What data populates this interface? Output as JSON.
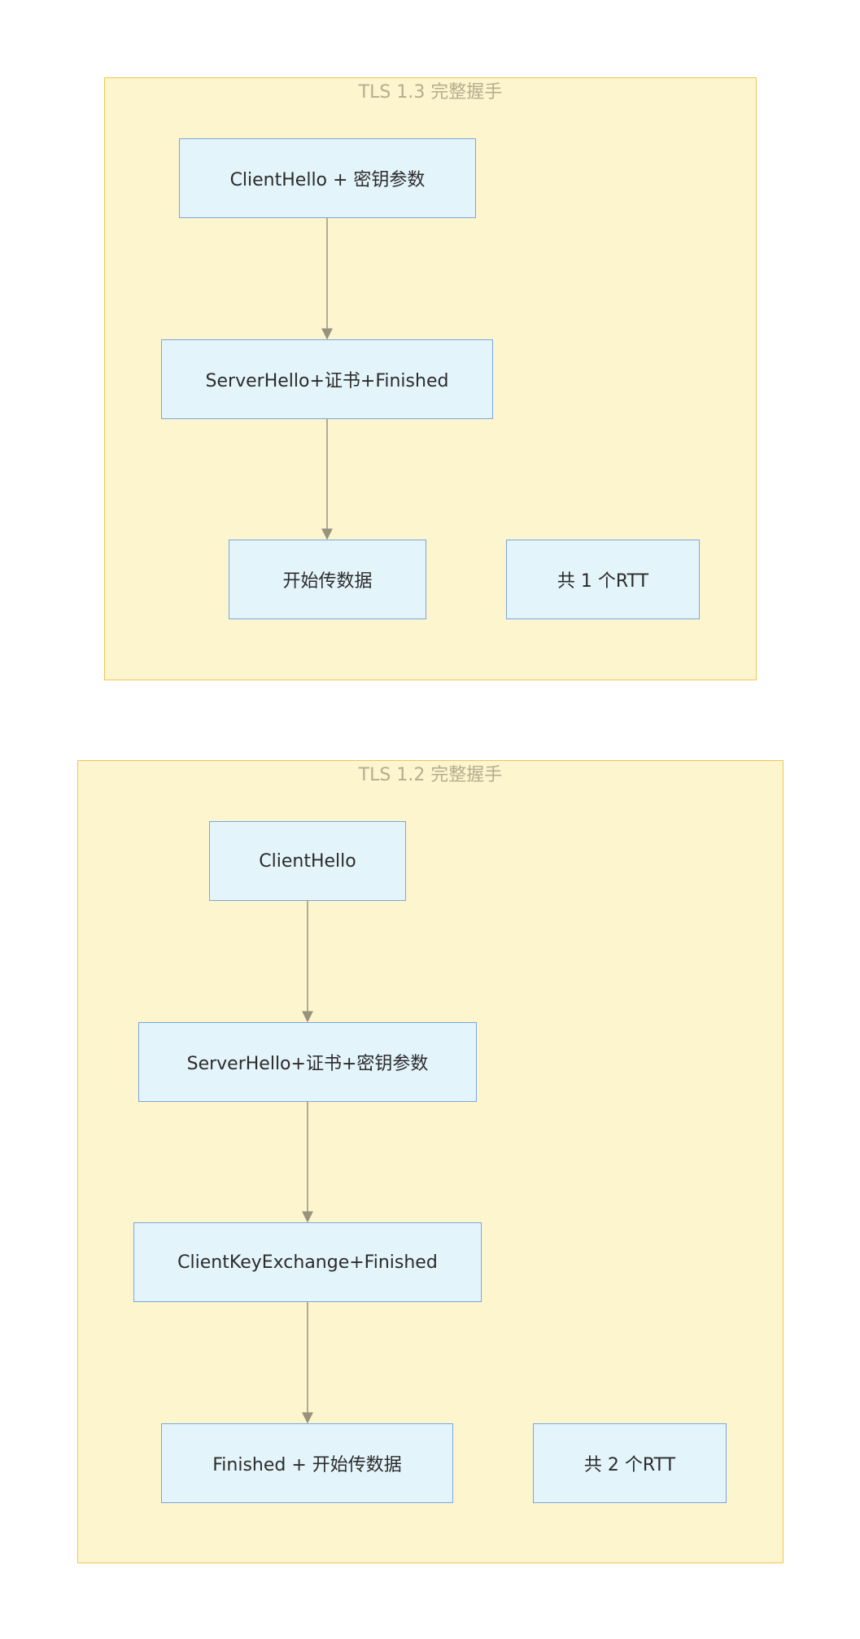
{
  "colors": {
    "cluster_fill": "#fdf5cd",
    "cluster_border": "#f0c654",
    "cluster_title": "#b5ad8e",
    "node_fill": "#e4f4fb",
    "node_border": "#7aa6e0",
    "edge": "#99937e"
  },
  "tls13": {
    "title": "TLS 1.3 完整握手",
    "nodes": {
      "client_hello": "ClientHello + 密钥参数",
      "server_hello": "ServerHello+证书+Finished",
      "start_data": "开始传数据",
      "rtt": "共 1 个RTT"
    }
  },
  "tls12": {
    "title": "TLS 1.2 完整握手",
    "nodes": {
      "client_hello": "ClientHello",
      "server_hello": "ServerHello+证书+密钥参数",
      "client_key_exchange": "ClientKeyExchange+Finished",
      "finished_start_data": "Finished + 开始传数据",
      "rtt": "共 2 个RTT"
    }
  }
}
